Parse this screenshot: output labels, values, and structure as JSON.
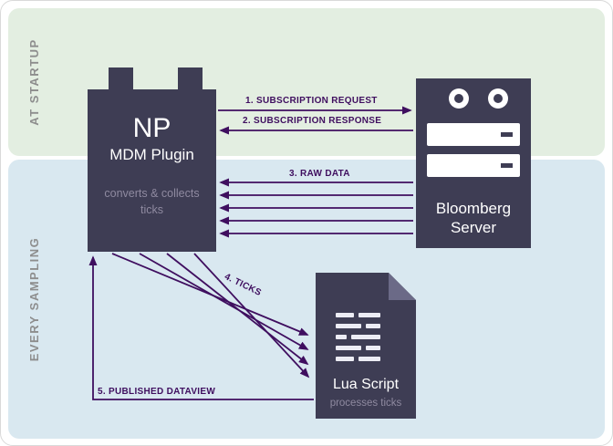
{
  "bands": {
    "startup": {
      "label": "AT STARTUP"
    },
    "sampling": {
      "label": "EVERY SAMPLING"
    }
  },
  "nodes": {
    "plugin": {
      "title": "NP",
      "subtitle": "MDM Plugin",
      "note_line1": "converts & collects",
      "note_line2": "ticks"
    },
    "server": {
      "label_line1": "Bloomberg",
      "label_line2": "Server"
    },
    "script": {
      "label": "Lua Script",
      "note": "processes ticks"
    }
  },
  "arrows": {
    "subscription_request": {
      "label": "1. SUBSCRIPTION REQUEST",
      "from": "NP MDM Plugin",
      "to": "Bloomberg Server"
    },
    "subscription_response": {
      "label": "2. SUBSCRIPTION RESPONSE",
      "from": "Bloomberg Server",
      "to": "NP MDM Plugin"
    },
    "raw_data": {
      "label": "3. RAW DATA",
      "from": "Bloomberg Server",
      "to": "NP MDM Plugin",
      "line_count": 5
    },
    "ticks": {
      "label": "4. TICKS",
      "from": "NP MDM Plugin",
      "to": "Lua Script",
      "line_count": 4
    },
    "published_dataview": {
      "label": "5. PUBLISHED DATAVIEW",
      "from": "Lua Script",
      "to": "NP MDM Plugin"
    }
  },
  "colors": {
    "band_startup": "#e3eee1",
    "band_sampling": "#d9e8f0",
    "node_fill": "#3e3d54",
    "node_fold": "#6b6a87",
    "node_text": "#ffffff",
    "arrow": "#3f0e5f",
    "muted_text": "#8f8aa0",
    "band_label": "#8d8d8d"
  }
}
